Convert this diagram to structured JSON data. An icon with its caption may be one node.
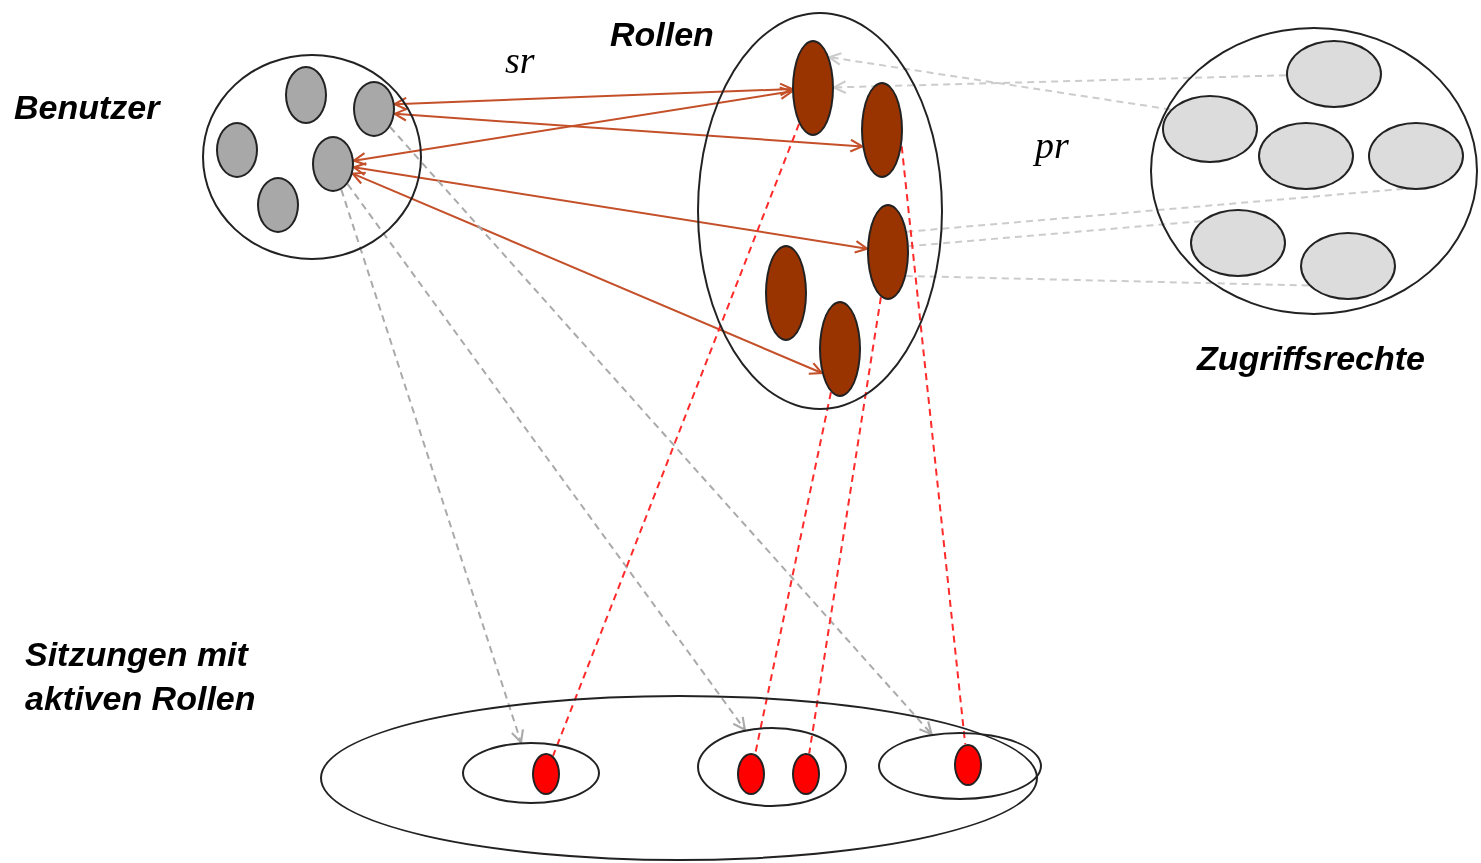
{
  "diagram": {
    "nodes": [
      {
        "text": [
          "Benutzer"
        ]
      },
      {
        "text": [],
        "shape": "ellipse",
        "in": 0
      },
      {
        "text": [],
        "shape": "ellipse",
        "in": 0
      },
      {
        "text": [],
        "shape": "ellipse",
        "in": 0
      },
      {
        "text": [],
        "shape": "ellipse",
        "in": 0
      },
      {
        "text": [],
        "shape": "ellipse",
        "in": 0
      },
      {
        "text": [
          "Rollen"
        ]
      },
      {
        "text": [],
        "shape": "ellipse",
        "in": 6
      },
      {
        "text": [],
        "shape": "ellipse",
        "in": 6
      },
      {
        "text": [],
        "shape": "ellipse",
        "in": 6
      },
      {
        "text": [],
        "shape": "ellipse",
        "in": 6
      },
      {
        "text": [],
        "shape": "ellipse",
        "in": 6
      },
      {
        "text": [
          "Zugriffsrechte"
        ]
      },
      {
        "text": [],
        "shape": "ellipse",
        "in": 12
      },
      {
        "text": [],
        "shape": "ellipse",
        "in": 12
      },
      {
        "text": [],
        "shape": "ellipse",
        "in": 12
      },
      {
        "text": [],
        "shape": "ellipse",
        "in": 12
      },
      {
        "text": [],
        "shape": "ellipse",
        "in": 12
      },
      {
        "text": [],
        "shape": "ellipse",
        "in": 12
      },
      {
        "text": [
          "Sitzungen mit aktiven Rollen"
        ]
      },
      {
        "text": [],
        "shape": "ellipse",
        "in": 19
      },
      {
        "text": [],
        "shape": "ellipse",
        "in": 20
      },
      {
        "text": [],
        "shape": "ellipse",
        "in": 19
      },
      {
        "text": [],
        "shape": "ellipse",
        "in": 22
      },
      {
        "text": [],
        "shape": "ellipse",
        "in": 22
      },
      {
        "text": [],
        "shape": "ellipse",
        "in": 19
      },
      {
        "text": [],
        "shape": "ellipse",
        "in": 25
      }
    ],
    "edges": [
      {
        "from": 2,
        "to": 7,
        "arrow": "both",
        "color": "#c4502a"
      },
      {
        "from": 2,
        "to": 8,
        "arrow": "both",
        "color": "#c4502a"
      },
      {
        "from": 4,
        "to": 7,
        "arrow": "both",
        "color": "#c4502a"
      },
      {
        "from": 4,
        "to": 9,
        "arrow": "both",
        "color": "#c4502a"
      },
      {
        "from": 4,
        "to": 11,
        "arrow": "both",
        "color": "#c4502a"
      },
      {
        "from": 13,
        "to": 7,
        "arrow": "to",
        "style": "dashed",
        "color": "#cccccc"
      },
      {
        "from": 14,
        "to": 7,
        "arrow": "to",
        "style": "dashed",
        "color": "#cccccc"
      },
      {
        "from": 16,
        "to": 9,
        "arrow": "none",
        "style": "dashed",
        "color": "#cccccc"
      },
      {
        "from": 17,
        "to": 9,
        "arrow": "none",
        "style": "dashed",
        "color": "#cccccc"
      },
      {
        "from": 18,
        "to": 9,
        "arrow": "none",
        "style": "dashed",
        "color": "#cccccc"
      },
      {
        "from": 4,
        "to": 20,
        "arrow": "to",
        "style": "dashed",
        "color": "#aaaaaa"
      },
      {
        "from": 4,
        "to": 22,
        "arrow": "to",
        "style": "dashed",
        "color": "#aaaaaa"
      },
      {
        "from": 2,
        "to": 25,
        "arrow": "to",
        "style": "dashed",
        "color": "#aaaaaa"
      },
      {
        "from": 7,
        "to": 21,
        "arrow": "none",
        "style": "dashed",
        "color": "#ff2a2a"
      },
      {
        "from": 11,
        "to": 23,
        "arrow": "none",
        "style": "dashed",
        "color": "#ff2a2a"
      },
      {
        "from": 9,
        "to": 24,
        "arrow": "none",
        "style": "dashed",
        "color": "#ff2a2a"
      },
      {
        "from": 8,
        "to": 26,
        "arrow": "none",
        "style": "dashed",
        "color": "#ff2a2a"
      }
    ],
    "labels": [
      "sr",
      "pr"
    ]
  }
}
